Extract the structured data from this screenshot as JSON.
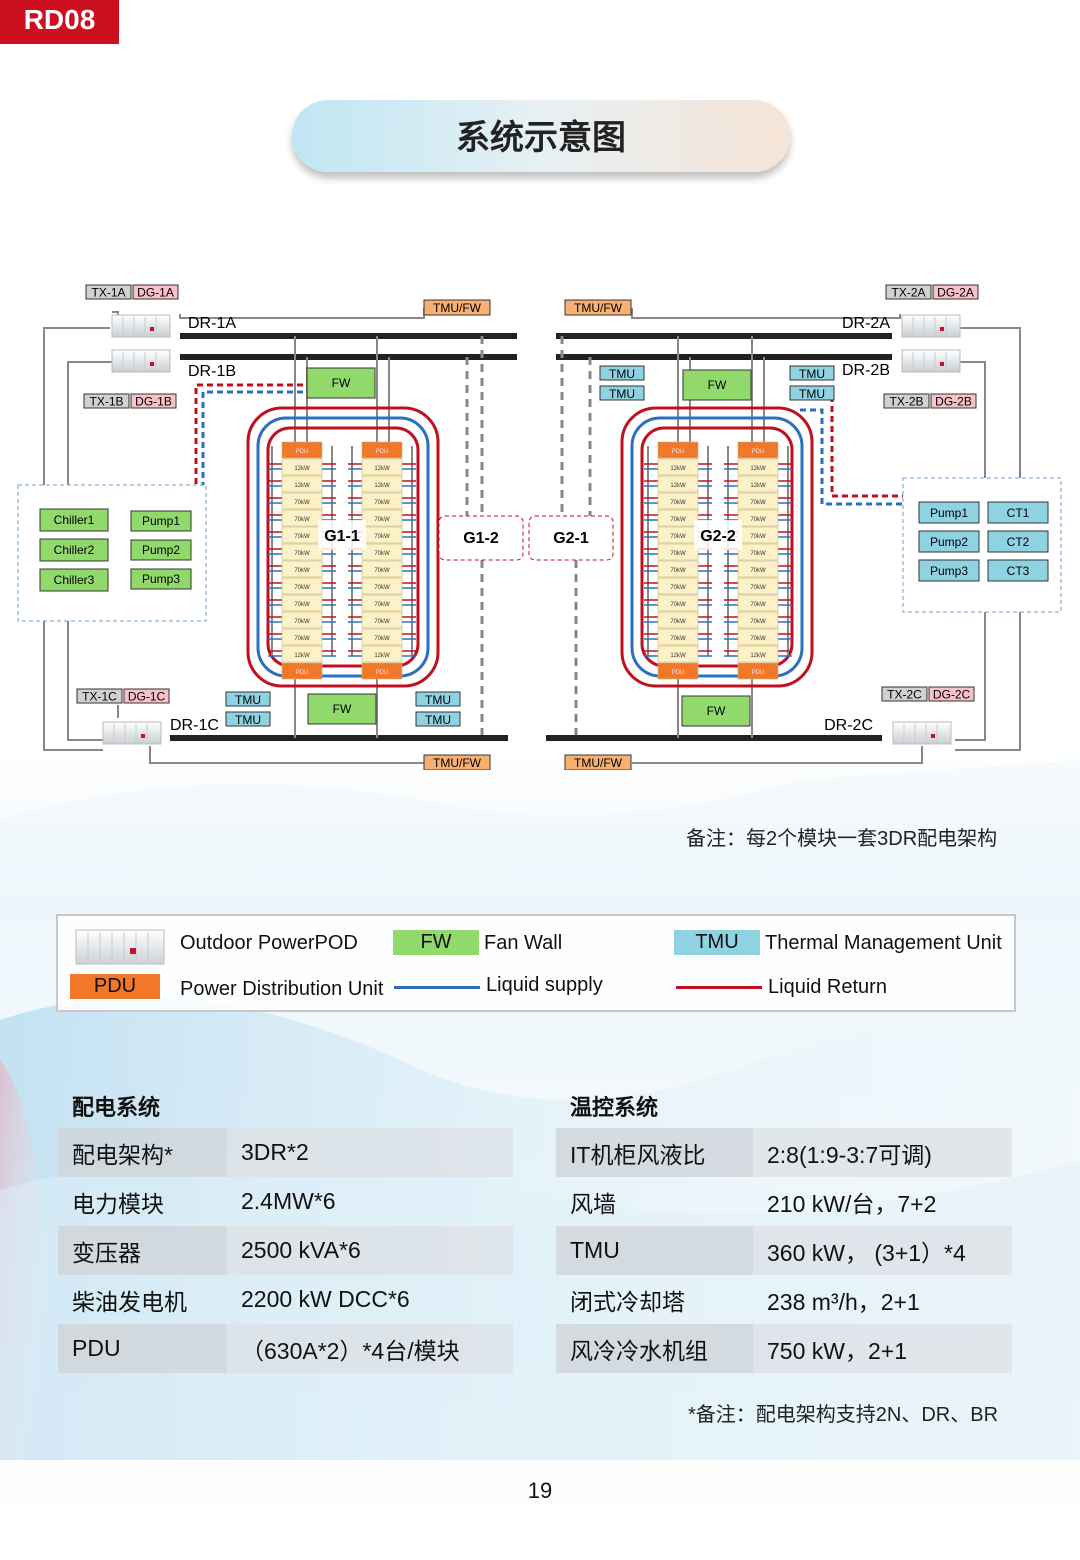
{
  "tag": "RD08",
  "title": "系统示意图",
  "diagram": {
    "tx_dg": {
      "a1": [
        "TX-1A",
        "DG-1A"
      ],
      "b1": [
        "TX-1B",
        "DG-1B"
      ],
      "c1": [
        "TX-1C",
        "DG-1C"
      ],
      "a2": [
        "TX-2A",
        "DG-2A"
      ],
      "b2": [
        "TX-2B",
        "DG-2B"
      ],
      "c2": [
        "TX-2C",
        "DG-2C"
      ]
    },
    "dr": {
      "dr1a": "DR-1A",
      "dr1b": "DR-1B",
      "dr1c": "DR-1C",
      "dr2a": "DR-2A",
      "dr2b": "DR-2B",
      "dr2c": "DR-2C"
    },
    "tmu_fw": "TMU/FW",
    "tmu": "TMU",
    "fw": "FW",
    "groups": [
      "G1-1",
      "G1-2",
      "G2-1",
      "G2-2"
    ],
    "chillers": [
      "Chiller1",
      "Chiller2",
      "Chiller3"
    ],
    "pumps": [
      "Pump1",
      "Pump2",
      "Pump3"
    ],
    "cts": [
      "CT1",
      "CT2",
      "CT3"
    ],
    "rack_cells": [
      "PDU",
      "12kW",
      "12kW",
      "70kW",
      "70kW",
      "70kW",
      "70kW",
      "70kW",
      "70kW",
      "70kW",
      "70kW",
      "70kW",
      "12kW",
      "PDU"
    ]
  },
  "note1": "备注：每2个模块一套3DR配电架构",
  "legend": {
    "powerpod": "Outdoor PowerPOD",
    "fw_chip": "FW",
    "fw": "Fan Wall",
    "tmu_chip": "TMU",
    "tmu": "Thermal Management Unit",
    "pdu_chip": "PDU",
    "pdu": "Power Distribution Unit",
    "supply": "Liquid supply",
    "return": "Liquid Return"
  },
  "power": {
    "title": "配电系统",
    "rows": [
      [
        "配电架构*",
        "3DR*2"
      ],
      [
        "电力模块",
        "2.4MW*6"
      ],
      [
        "变压器",
        "2500 kVA*6"
      ],
      [
        "柴油发电机",
        "2200 kW DCC*6"
      ],
      [
        "PDU",
        "（630A*2）*4台/模块"
      ]
    ]
  },
  "thermal": {
    "title": "温控系统",
    "rows": [
      [
        "IT机柜风液比",
        "2:8(1:9-3:7可调)"
      ],
      [
        "风墙",
        "210 kW/台，7+2"
      ],
      [
        "TMU",
        "360 kW，  (3+1）*4"
      ],
      [
        "闭式冷却塔",
        "238 m³/h，2+1"
      ],
      [
        "风冷冷水机组",
        "750 kW，2+1"
      ]
    ]
  },
  "note2": "*备注：配电架构支持2N、DR、BR",
  "page_number": "19",
  "colors": {
    "red": "#c8102e",
    "orange": "#f07828",
    "green": "#92d96c",
    "cyan": "#7fd0e0",
    "supply": "#2a6fc0",
    "return": "#c01020"
  }
}
